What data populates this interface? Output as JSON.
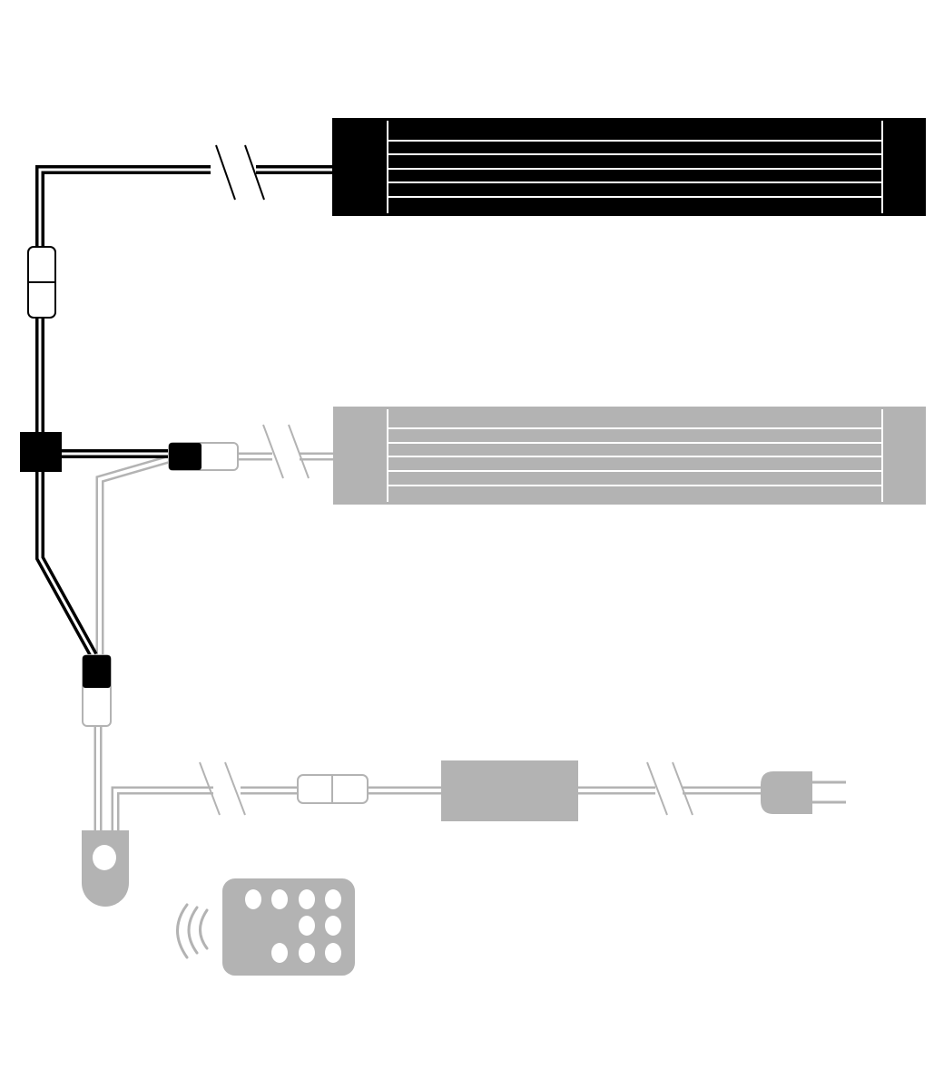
{
  "diagram": {
    "colors": {
      "active": "#000000",
      "inactive": "#b3b3b3",
      "background": "#ffffff"
    },
    "components": [
      {
        "id": "led-bar-1",
        "icon": "led-light-bar",
        "state": "active"
      },
      {
        "id": "led-bar-2",
        "icon": "led-light-bar",
        "state": "inactive"
      },
      {
        "id": "inline-connector",
        "icon": "cable-connector"
      },
      {
        "id": "splitter",
        "icon": "t-splitter"
      },
      {
        "id": "ir-sensor",
        "icon": "ir-receiver"
      },
      {
        "id": "remote",
        "icon": "remote-control"
      },
      {
        "id": "power-adapter",
        "icon": "power-supply"
      },
      {
        "id": "plug",
        "icon": "power-plug"
      }
    ]
  }
}
